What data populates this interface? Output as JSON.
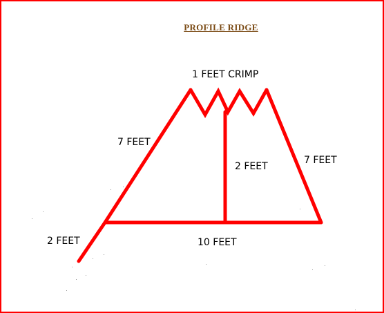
{
  "title": "PROFILE RIDGE",
  "colors": {
    "frame": "#ff0000",
    "lines": "#ff0000",
    "title": "#7a4a14",
    "text": "#000000"
  },
  "labels": {
    "crimp": "1 FEET  CRIMP",
    "left_slope": "7 FEET",
    "right_slope": "7 FEET",
    "center_height": "2 FEET",
    "base": "10 FEET",
    "extension": "2 FEET"
  }
}
